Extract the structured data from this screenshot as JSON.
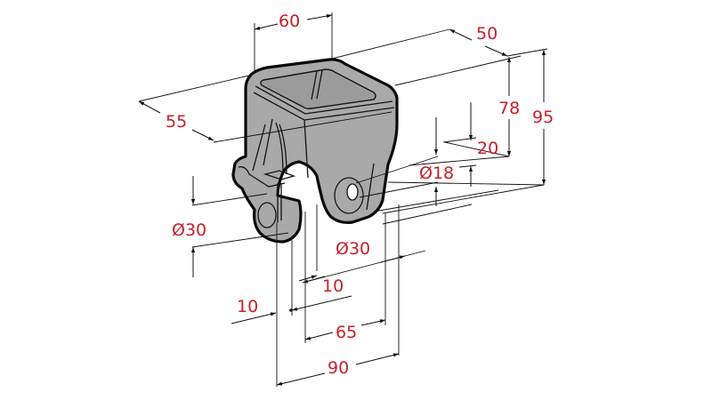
{
  "drawing": {
    "type": "isometric-technical-drawing",
    "subject": "gray cast bracket / carrier block with two bores",
    "colors": {
      "label": "#c8202a",
      "part_fill": "#a9a9a9",
      "outline": "#0a0a0a",
      "background": "#ffffff"
    }
  },
  "dimensions": {
    "top_width": {
      "label": "60"
    },
    "top_depth": {
      "label": "50"
    },
    "side_depth": {
      "label": "55"
    },
    "height_to_bore": {
      "label": "78"
    },
    "overall_height": {
      "label": "95"
    },
    "bore_offset": {
      "label": "20"
    },
    "small_bore_diameter": {
      "label": "Ø18"
    },
    "left_boss_diameter": {
      "label": "Ø30"
    },
    "right_boss_diameter": {
      "label": "Ø30"
    },
    "slot_width_upper": {
      "label": "10"
    },
    "slot_width_lower": {
      "label": "10"
    },
    "inner_span": {
      "label": "65"
    },
    "overall_width": {
      "label": "90"
    }
  }
}
